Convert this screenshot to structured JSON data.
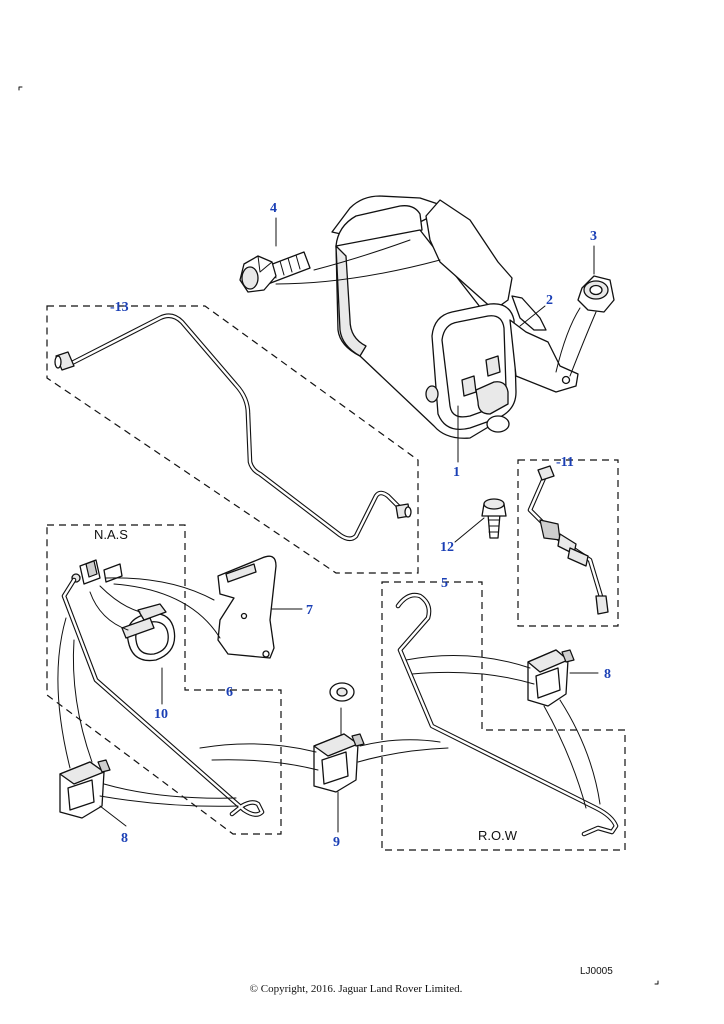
{
  "diagram": {
    "callouts": {
      "c1": "1",
      "c2": "2",
      "c3": "3",
      "c4": "4",
      "c5": "5",
      "c6": "6",
      "c7": "7",
      "c8a": "8",
      "c8b": "8",
      "c9": "9",
      "c10": "10",
      "c11": "-11",
      "c12": "12",
      "c13": "-13"
    },
    "regions": {
      "nas": "N.A.S",
      "row": "R.O.W"
    },
    "reference_code": "LJ0005",
    "copyright": "© Copyright, 2016. Jaguar Land Rover Limited.",
    "colors": {
      "callout": "#1a3fb5",
      "line": "#111111"
    }
  }
}
